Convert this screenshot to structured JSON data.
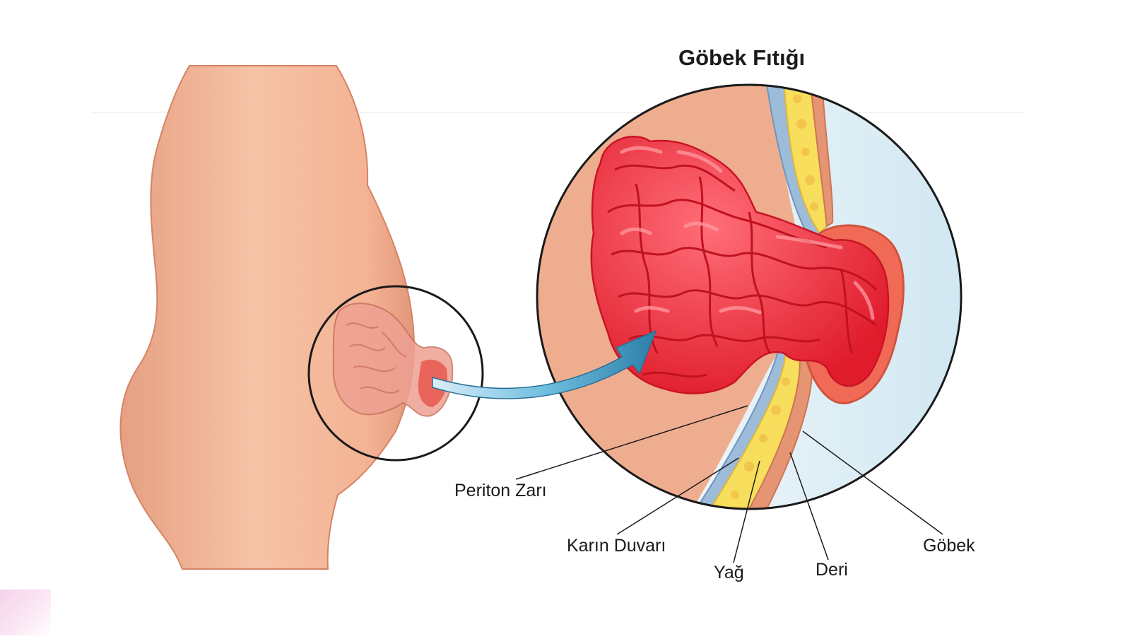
{
  "title": "Göbek Fıtığı",
  "labels": {
    "periton": "Periton Zarı",
    "karin_duvari": "Karın Duvarı",
    "yag": "Yağ",
    "deri": "Deri",
    "gobek": "Göbek"
  },
  "colors": {
    "skin": "#f2b696",
    "skin_shadow": "#dc8d70",
    "intestine": "#ee2c3a",
    "intestine_highlight": "#ff7c86",
    "fat": "#f6de58",
    "peritoneum": "#8fb6d8",
    "outside": "#dcedf5",
    "arrow": "#5fb3d6"
  }
}
